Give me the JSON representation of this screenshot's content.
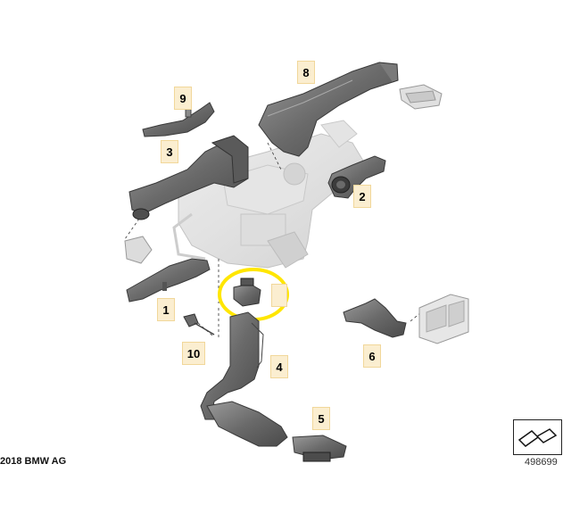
{
  "diagram": {
    "callouts": [
      "1",
      "2",
      "3",
      "4",
      "5",
      "6",
      "8",
      "9",
      "10"
    ],
    "highlight_color": "#ffe600",
    "callout_bg": "#fbeed0",
    "part_color": "#6e6e6e",
    "ghost_color": "#d9d9d9"
  },
  "footer": {
    "copyright": "2018 BMW AG",
    "image_number": "498699"
  },
  "icons": {
    "nav": "arrow-navigation-icon"
  }
}
